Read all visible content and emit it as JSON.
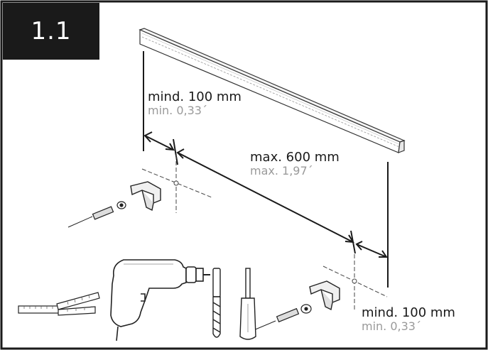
{
  "step": {
    "number": "1.1"
  },
  "dimensions": {
    "left_spacing": {
      "metric": "mind. 100 mm",
      "imperial": "min. 0,33´"
    },
    "max_spacing": {
      "metric": "max. 600 mm",
      "imperial": "max. 1,97´"
    },
    "right_spacing": {
      "metric": "mind. 100 mm",
      "imperial": "min. 0,33´"
    }
  },
  "tools": [
    "folding-ruler",
    "power-drill",
    "drill-bit",
    "screwdriver"
  ],
  "colors": {
    "badge": "#1a1a1a",
    "line": "#1a1a1a",
    "secondary_text": "#9a9a9a"
  }
}
